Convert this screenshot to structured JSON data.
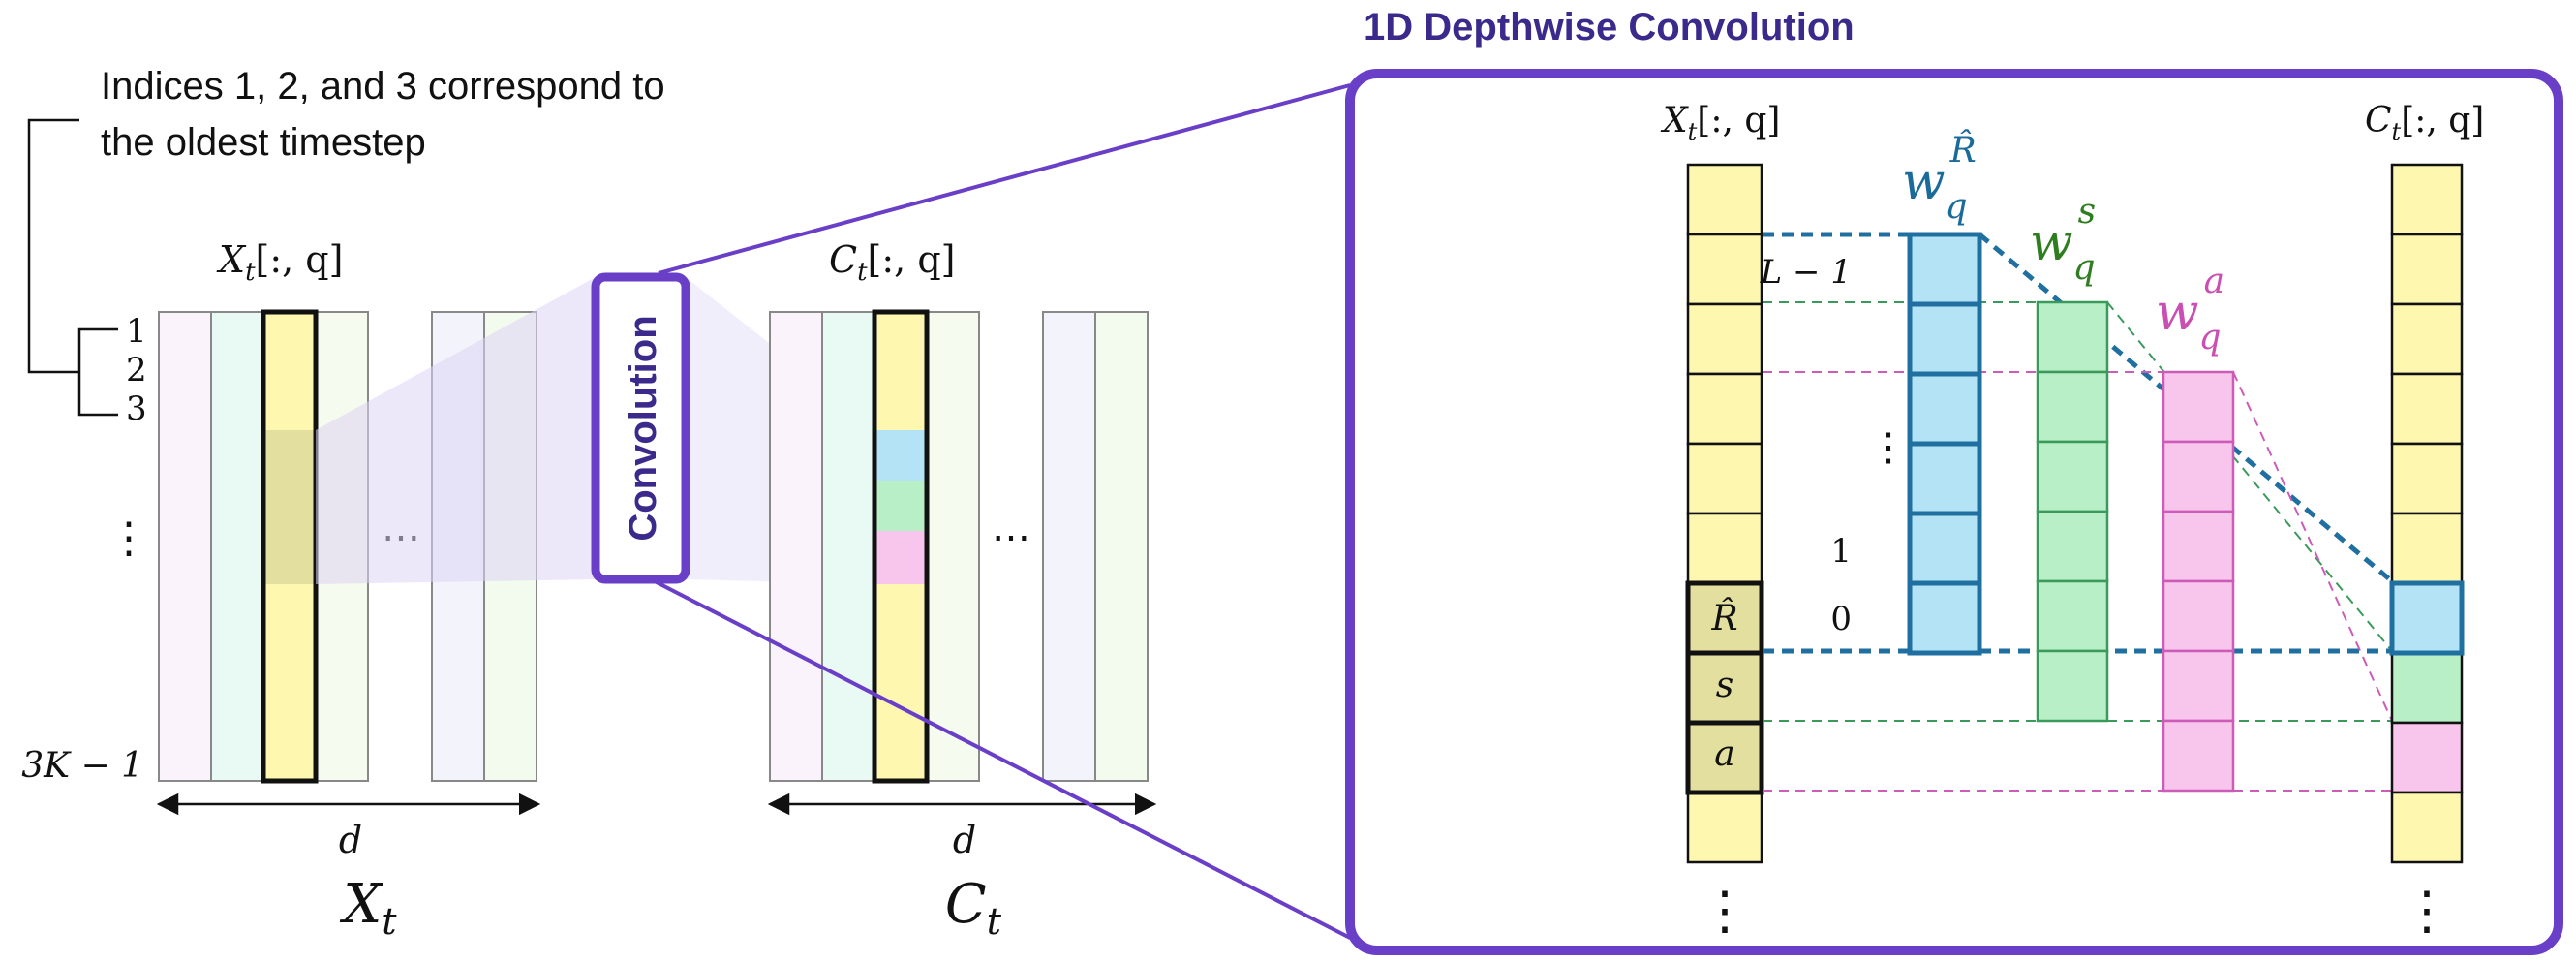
{
  "title": "1D Depthwise Convolution",
  "note": {
    "line1": "Indices 1, 2, and 3 correspond to",
    "line2": "the oldest timestep"
  },
  "index_labels": [
    "1",
    "2",
    "3"
  ],
  "vdots": "⋮",
  "hdots": "⋯",
  "last_index_label": "3K − 1",
  "left_matrix": {
    "name": "X",
    "sub": "t",
    "column_label": "X",
    "column_sub": "t",
    "column_suffix": "[:, q]",
    "dim": "d"
  },
  "right_matrix": {
    "name": "C",
    "sub": "t",
    "column_label": "C",
    "column_sub": "t",
    "column_suffix": "[:, q]",
    "dim": "d"
  },
  "convolution_label": "Convolution",
  "detail": {
    "x_column_label": "X",
    "x_column_sub": "t",
    "x_column_suffix": "[:, q]",
    "c_column_label": "C",
    "c_column_sub": "t",
    "c_column_suffix": "[:, q]",
    "token_labels": [
      "R̂",
      "s",
      "a"
    ],
    "kernel_index_top": "L − 1",
    "kernel_index_one": "1",
    "kernel_index_zero": "0",
    "kernels": [
      {
        "base": "w",
        "sub": "q",
        "sup": "R̂",
        "color": "#1a6a9a"
      },
      {
        "base": "w",
        "sub": "q",
        "sup": "s",
        "color": "#2e7d1e"
      },
      {
        "base": "w",
        "sub": "q",
        "sup": "a",
        "color": "#c94fb2"
      }
    ]
  },
  "colors": {
    "accent_purple": "#6a3fc8",
    "title_purple": "#3b2a8c",
    "yellow": "#fdf7b0",
    "olive": "#e3df9e",
    "blue_cell": "#b3e3f5",
    "blue_border": "#1f6fa0",
    "green_cell": "#b9efc6",
    "green_border": "#3a9a5b",
    "pink_cell": "#f8c6ec",
    "pink_border": "#cc5cb8"
  }
}
